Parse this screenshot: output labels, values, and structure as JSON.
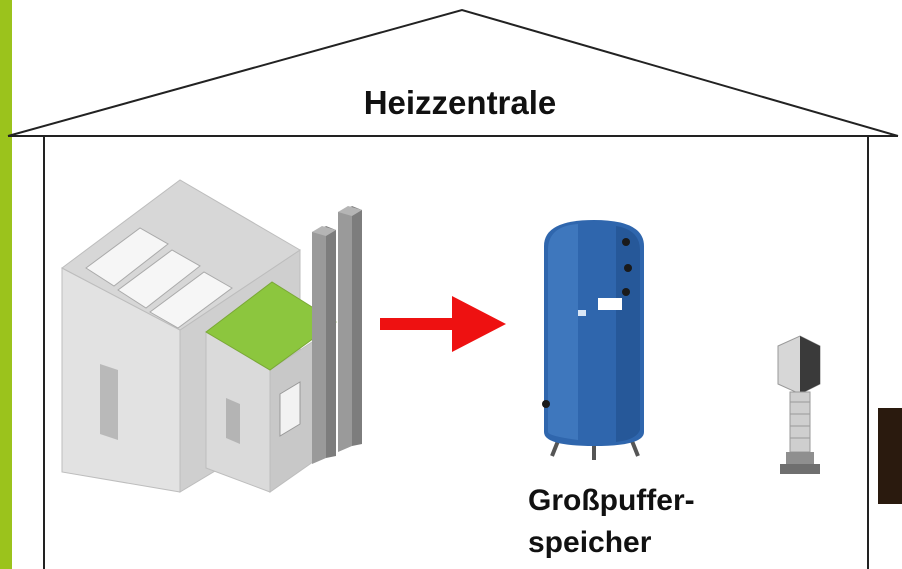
{
  "diagram": {
    "title": "Heizzentrale",
    "storage_label_line1": "Großpuffer-",
    "storage_label_line2": "speicher"
  },
  "colors": {
    "accent": "#9bc31c",
    "arrow": "#ee1111",
    "tank": "#2f66ad",
    "roof_green": "#8cc63e"
  },
  "icons": [
    "heating-plant-icon",
    "arrow-right-icon",
    "buffer-tank-icon",
    "pump-icon"
  ]
}
